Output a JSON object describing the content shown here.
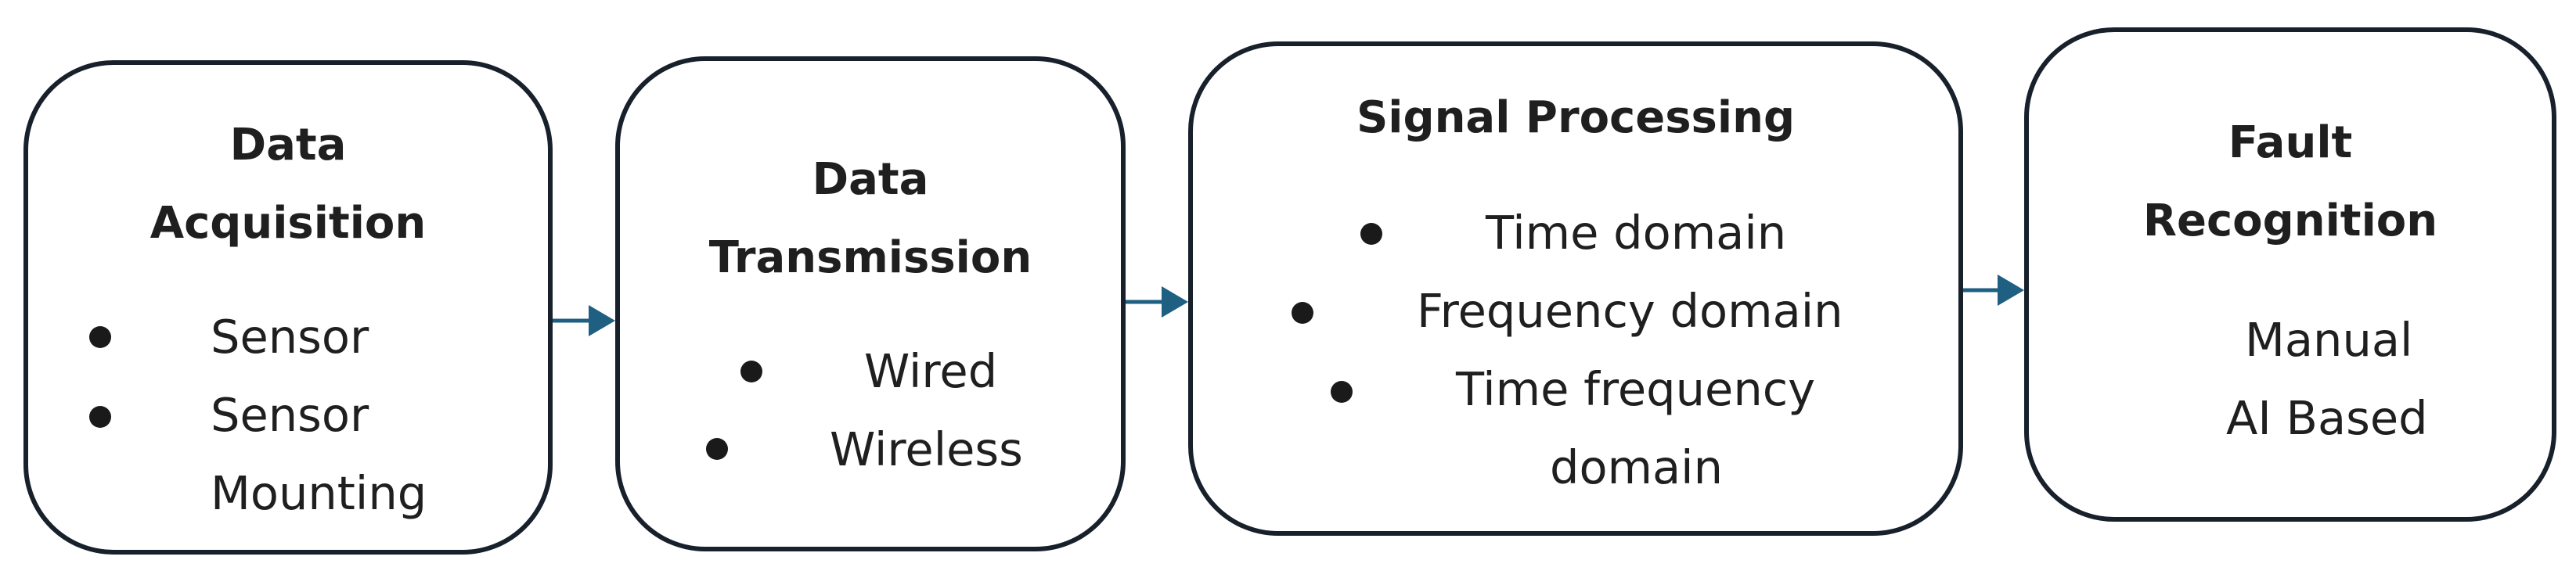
{
  "stages": [
    {
      "title_lines": [
        "Data",
        "Acquisition"
      ],
      "items": [
        {
          "text": "Sensor",
          "bullet": true
        },
        {
          "text": "Sensor",
          "bullet": true
        },
        {
          "text": "Mounting",
          "bullet": false
        }
      ]
    },
    {
      "title_lines": [
        "Data",
        "Transmission"
      ],
      "items": [
        {
          "text": "Wired",
          "bullet": true
        },
        {
          "text": "Wireless",
          "bullet": true
        }
      ]
    },
    {
      "title_lines": [
        "Signal Processing"
      ],
      "items": [
        {
          "text": "Time domain",
          "bullet": true
        },
        {
          "text": "Frequency domain",
          "bullet": true
        },
        {
          "text": "Time frequency",
          "bullet": true
        },
        {
          "text": "domain",
          "bullet": false
        }
      ]
    },
    {
      "title_lines": [
        "Fault",
        "Recognition"
      ],
      "items": [
        {
          "text": "Manual",
          "bullet": false
        },
        {
          "text": "AI Based",
          "bullet": false
        }
      ]
    }
  ],
  "colors": {
    "box_border": "#17202b",
    "arrow": "#1f5f82",
    "text": "#1f1f1f"
  }
}
